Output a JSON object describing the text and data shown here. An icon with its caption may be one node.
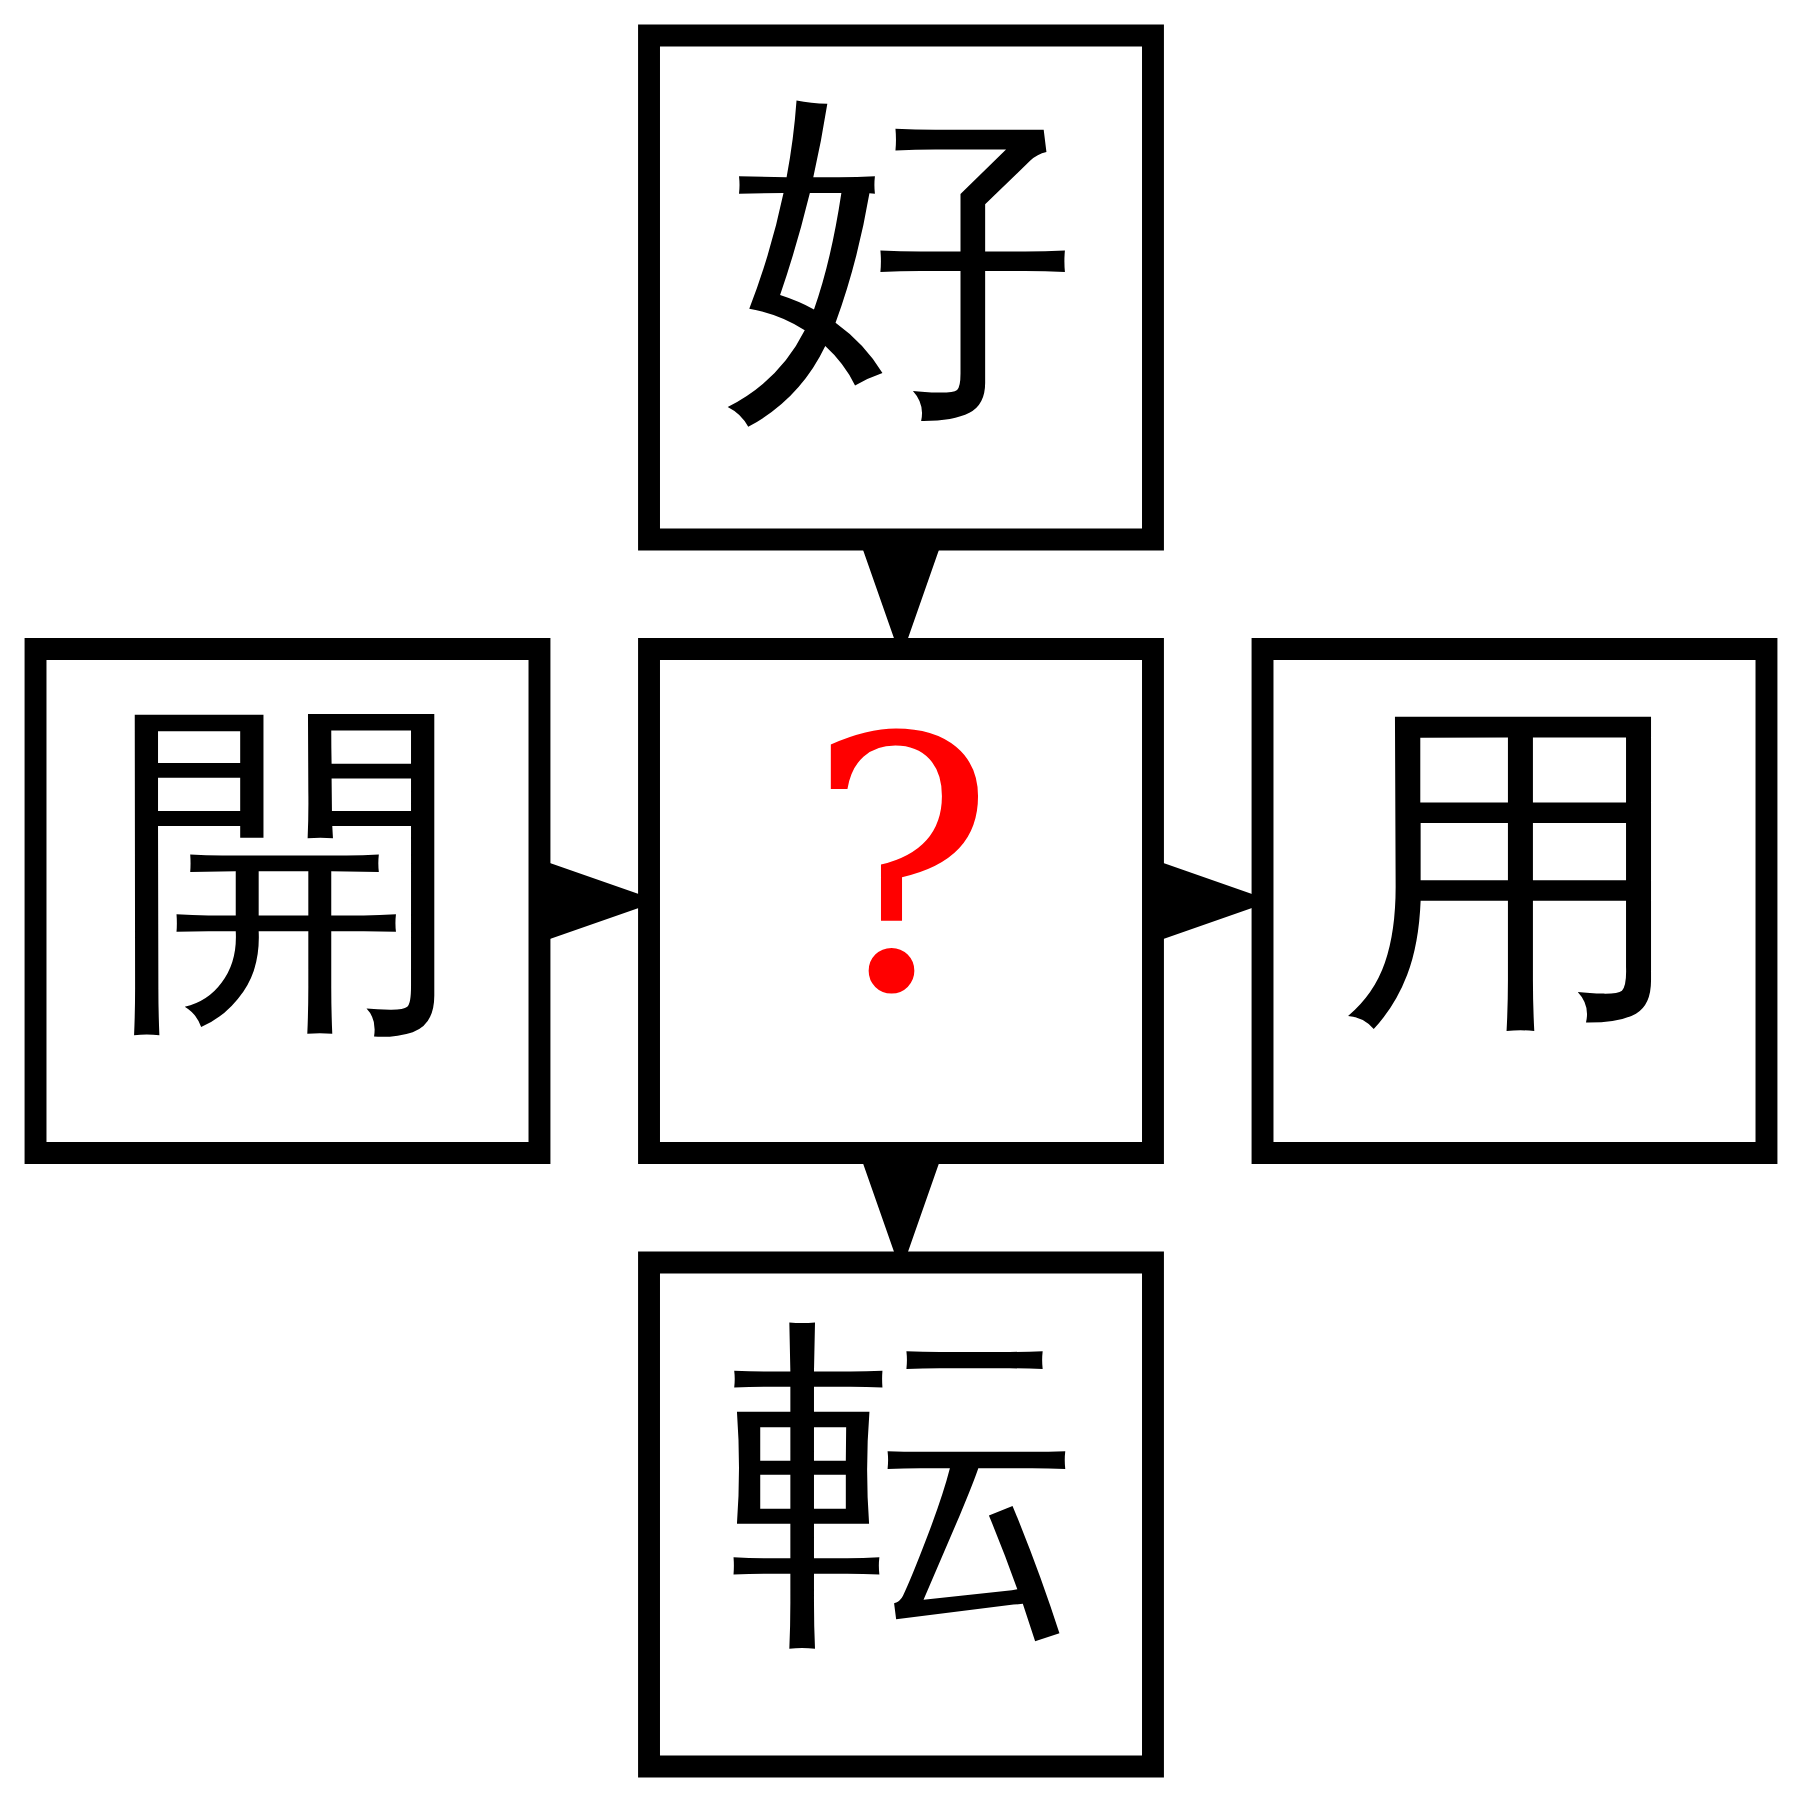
{
  "diagram": {
    "nodes": [
      {
        "text": [
          "好"
        ]
      },
      {
        "text": [
          "開"
        ]
      },
      {
        "text": [
          "?"
        ]
      },
      {
        "text": [
          "用"
        ]
      },
      {
        "text": [
          "転"
        ]
      }
    ],
    "edges": [
      {
        "from": 0,
        "to": 2,
        "arrow": "to"
      },
      {
        "from": 1,
        "to": 2,
        "arrow": "to"
      },
      {
        "from": 2,
        "to": 3,
        "arrow": "to"
      },
      {
        "from": 2,
        "to": 4,
        "arrow": "to"
      }
    ]
  }
}
